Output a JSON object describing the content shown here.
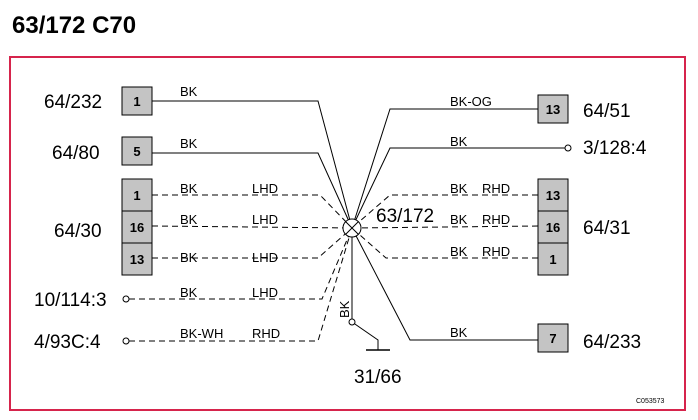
{
  "title": "63/172 C70",
  "frame_color": "#d6244c",
  "center_label": "63/172",
  "ground_label": "31/66",
  "figure_code": "C053573",
  "left": {
    "c64_232": {
      "name": "64/232",
      "pin": "1",
      "wire": "BK"
    },
    "c64_80": {
      "name": "64/80",
      "pin": "5",
      "wire": "BK"
    },
    "c64_30": {
      "name": "64/30",
      "rows": [
        {
          "pin": "1",
          "wire": "BK",
          "side": "LHD"
        },
        {
          "pin": "16",
          "wire": "BK",
          "side": "LHD"
        },
        {
          "pin": "13",
          "wire": "BK",
          "side": "LHD"
        }
      ]
    },
    "c10_114": {
      "name": "10/114:3",
      "wire": "BK",
      "side": "LHD"
    },
    "c4_93c": {
      "name": "4/93C:4",
      "wire": "BK-WH",
      "side": "RHD"
    }
  },
  "right": {
    "c64_51": {
      "name": "64/51",
      "pin": "13",
      "wire": "BK-OG"
    },
    "c3_128": {
      "name": "3/128:4",
      "wire": "BK"
    },
    "c64_31": {
      "name": "64/31",
      "rows": [
        {
          "pin": "13",
          "wire": "BK",
          "side": "RHD"
        },
        {
          "pin": "16",
          "wire": "BK",
          "side": "RHD"
        },
        {
          "pin": "1",
          "wire": "BK",
          "side": "RHD"
        }
      ]
    },
    "c64_233": {
      "name": "64/233",
      "pin": "7",
      "wire": "BK"
    }
  },
  "ground_wire": "BK"
}
